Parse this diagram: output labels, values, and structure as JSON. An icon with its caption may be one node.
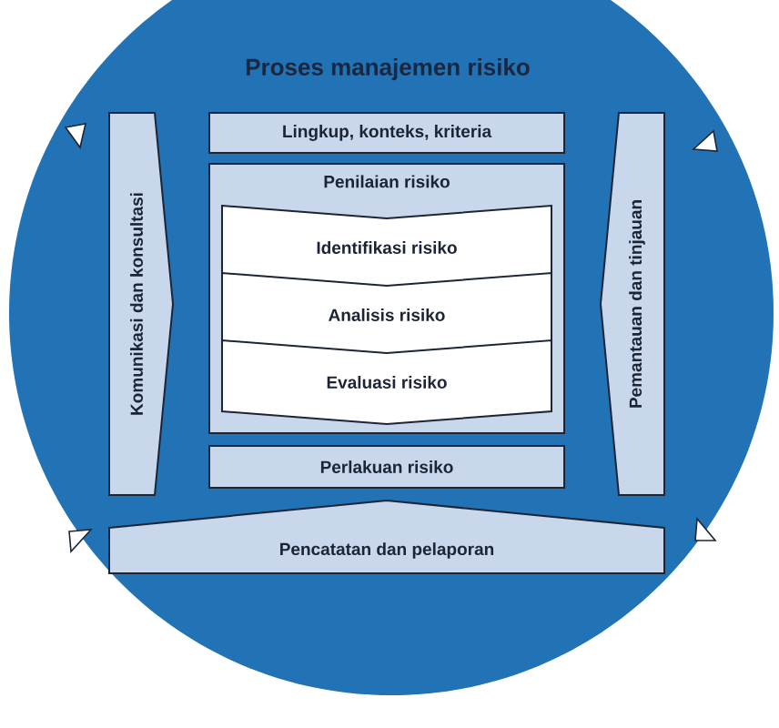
{
  "diagram": {
    "title": "Proses manajemen risiko",
    "nodes": [
      {
        "text": [
          "Komunikasi dan konsultasi"
        ]
      },
      {
        "text": [
          "Lingkup, konteks, kriteria"
        ]
      },
      {
        "text": [
          "Penilaian risiko"
        ]
      },
      {
        "text": [
          "Identifikasi risiko"
        ],
        "in": 2
      },
      {
        "text": [
          "Analisis risiko"
        ],
        "in": 2
      },
      {
        "text": [
          "Evaluasi risiko"
        ],
        "in": 2
      },
      {
        "text": [
          "Perlakuan risiko"
        ]
      },
      {
        "text": [
          "Pemantauan dan tinjauan"
        ]
      },
      {
        "text": [
          "Pencatatan dan pelaporan"
        ]
      }
    ],
    "edges": []
  }
}
